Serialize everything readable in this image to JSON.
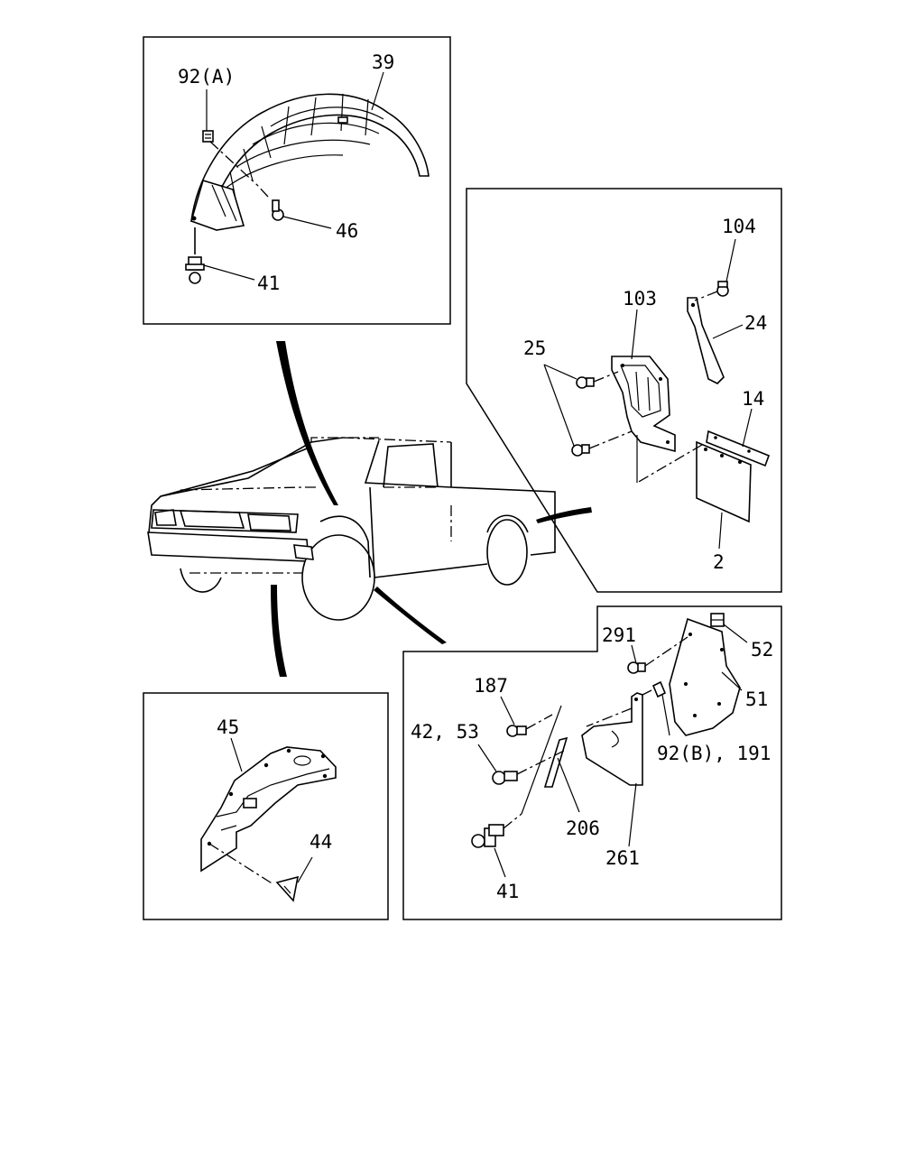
{
  "labels": {
    "fender_liner": "39",
    "clip_92a": "92(A)",
    "screw_46": "46",
    "clip_41_top": "41",
    "screw_104": "104",
    "bracket_103": "103",
    "stay_24": "24",
    "bolt_25": "25",
    "mud_bracket_14": "14",
    "mudflap_2": "2",
    "screw_291": "291",
    "clip_52": "52",
    "shield_51": "51",
    "bolt_187": "187",
    "bolt_42_53": "42, 53",
    "nut_92b_191": "92(B), 191",
    "strip_206": "206",
    "mudflap_261": "261",
    "clip_41_bottom": "41",
    "splash_shield_45": "45",
    "clip_44": "44"
  }
}
